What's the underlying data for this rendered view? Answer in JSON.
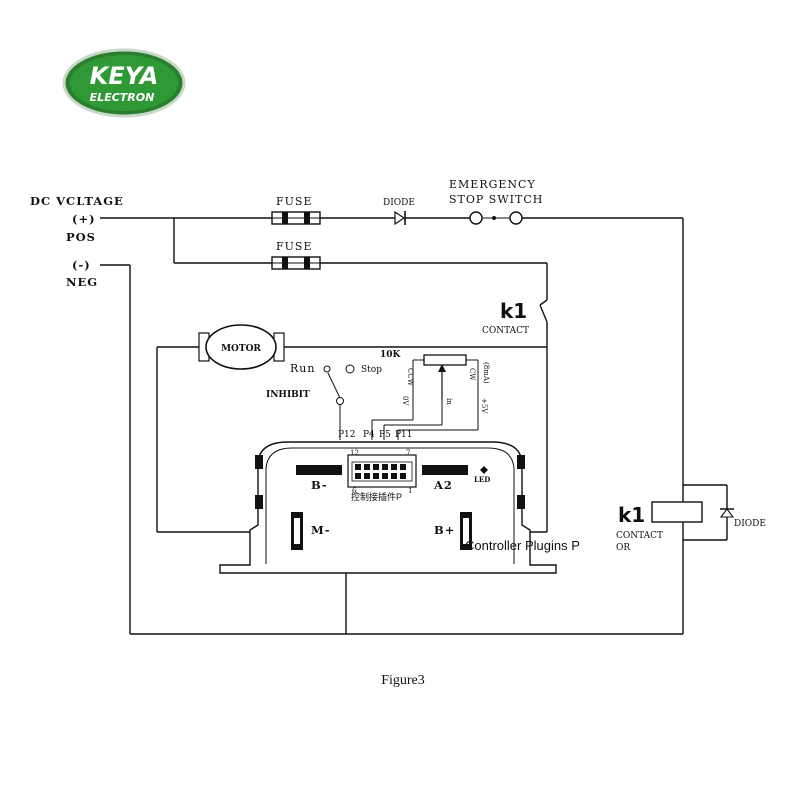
{
  "brand": {
    "name": "KEYA",
    "subtitle": "ELECTRON",
    "color": "#1f8a2e"
  },
  "supply": {
    "title": "DC VCLTAGE",
    "pos_sign": "(+)",
    "pos": "POS",
    "neg_sign": "(-)",
    "neg": "NEG"
  },
  "components": {
    "fuse_top": "FUSE",
    "fuse_bottom": "FUSE",
    "diode_top": "DIODE",
    "estop_line1": "EMERGENCY",
    "estop_line2": "STOP SWITCH",
    "k1_contact_mark": "k1",
    "k1_contact_label": "CONTACT",
    "motor": "MOTOR",
    "run": "Run",
    "stop": "Stop",
    "inhibit": "INHIBIT",
    "pot_value": "10K",
    "ccw": "CCW",
    "cw": "CW",
    "ma": "(8mA)",
    "zero_v": "0V",
    "in": "in",
    "plus5v": "+5V",
    "k1_coil_mark": "k1",
    "k1_coil_label1": "CONTACT",
    "k1_coil_label2": "OR",
    "diode_right": "DIODE"
  },
  "controller": {
    "pins": [
      "P12",
      "P4",
      "P5",
      "P11"
    ],
    "connector_left_num": "12",
    "connector_right_num": "7",
    "connector_bot_left": "6",
    "connector_bot_right": "1",
    "b_minus": "B-",
    "a2": "A2",
    "led": "LED",
    "m_minus": "M-",
    "b_plus": "B+",
    "plugin_cn": "控制接插件P",
    "plugin_en": "Controller Plugins P"
  },
  "caption": "Figure3"
}
